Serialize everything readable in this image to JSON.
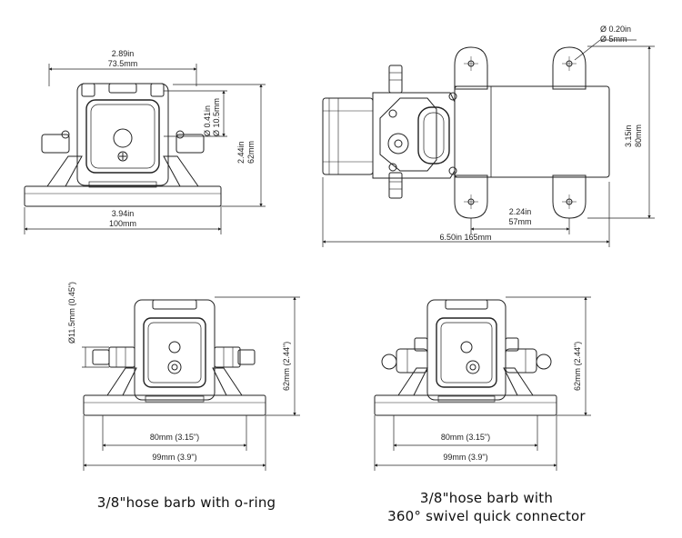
{
  "views": {
    "top_left": {
      "width_in": "2.89in",
      "width_mm": "73.5mm",
      "port_in": "Ø 0.41in",
      "port_mm": "Ø 10.5mm",
      "height_in": "2.44in",
      "height_mm": "62mm",
      "base_in": "3.94in",
      "base_mm": "100mm"
    },
    "top_right": {
      "hole_in": "Ø 0.20in",
      "hole_mm": "Ø 5mm",
      "height_in": "3.15in",
      "height_mm": "80mm",
      "spacing_in": "2.24in",
      "spacing_mm": "57mm",
      "total": "6.50in 165mm"
    },
    "bottom_left": {
      "port": "Ø11.5mm (0.45\")",
      "height": "62mm (2.44\")",
      "inner": "80mm (3.15\")",
      "outer": "99mm (3.9\")",
      "caption": "3/8\"hose barb with o-ring"
    },
    "bottom_right": {
      "height": "62mm (2.44\")",
      "inner": "80mm (3.15\")",
      "outer": "99mm (3.9\")",
      "caption_line1": "3/8\"hose barb with",
      "caption_line2": "360° swivel quick connector"
    }
  }
}
